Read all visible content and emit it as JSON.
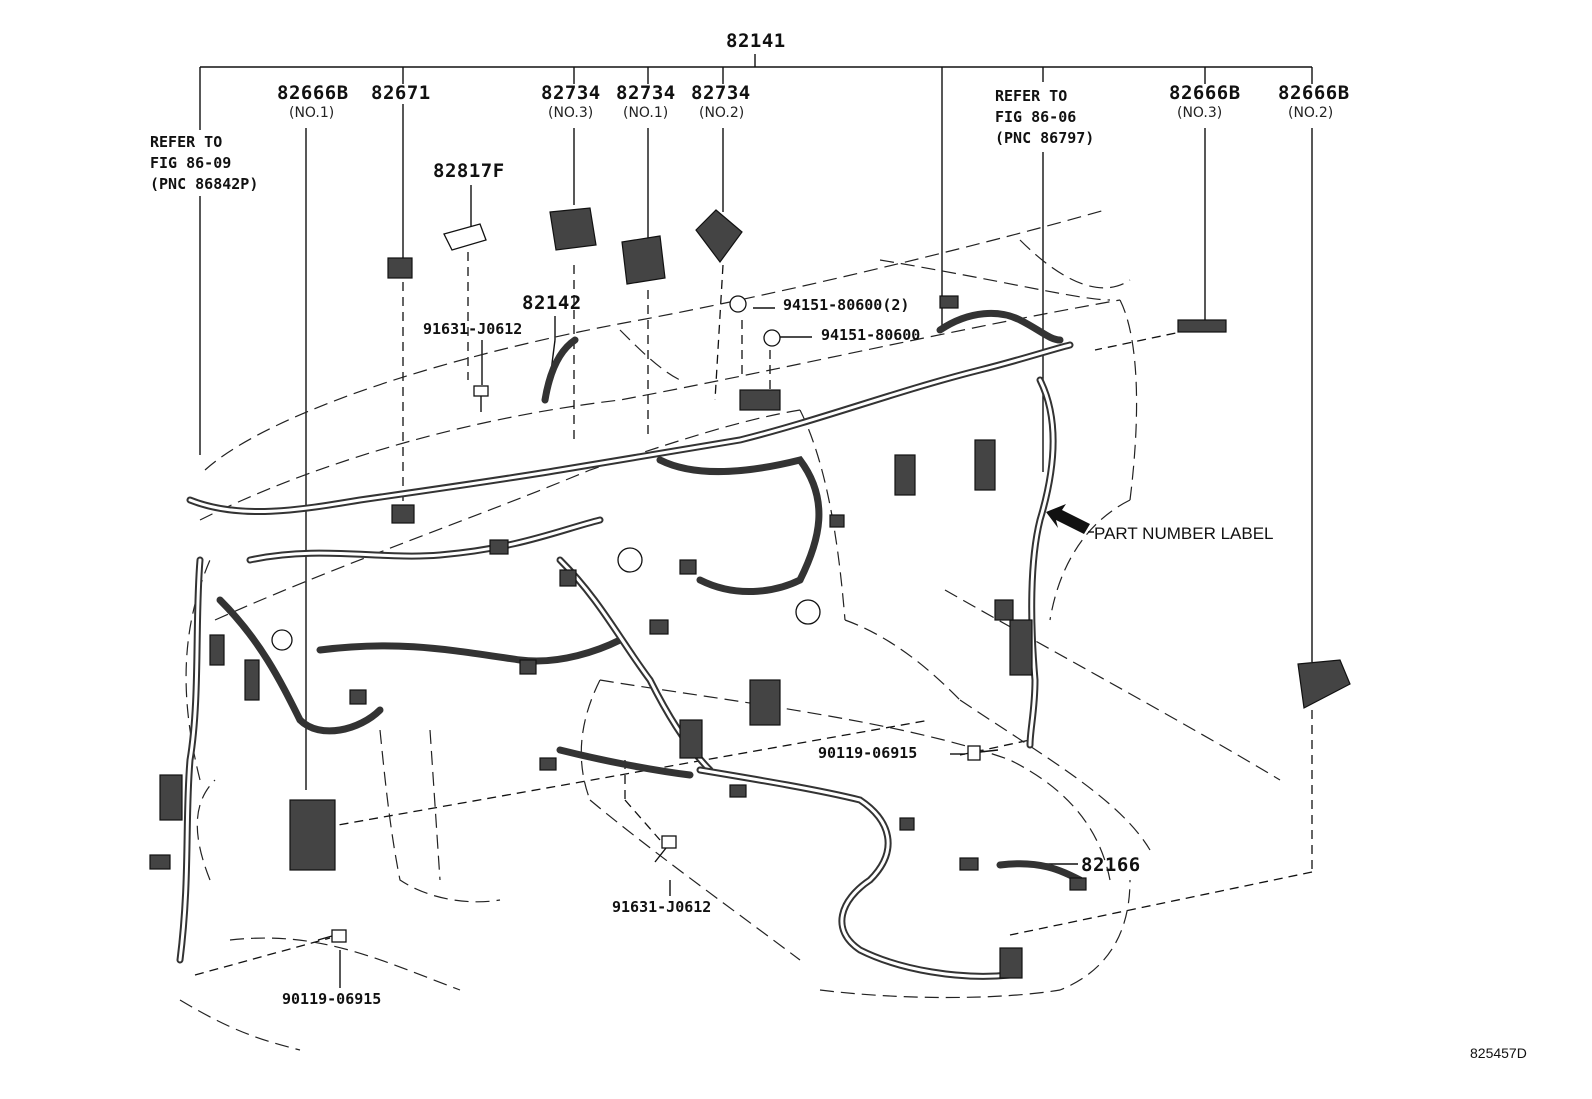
{
  "main_harness": {
    "part_no": "82141"
  },
  "callouts": {
    "c82666b_no1": {
      "part_no": "82666B",
      "sub": "(NO.1)"
    },
    "c82671": {
      "part_no": "82671"
    },
    "c82734_no3": {
      "part_no": "82734",
      "sub": "(NO.3)"
    },
    "c82734_no1": {
      "part_no": "82734",
      "sub": "(NO.1)"
    },
    "c82734_no2": {
      "part_no": "82734",
      "sub": "(NO.2)"
    },
    "c82666b_no3": {
      "part_no": "82666B",
      "sub": "(NO.3)"
    },
    "c82666b_no2": {
      "part_no": "82666B",
      "sub": "(NO.2)"
    },
    "c82817f": {
      "part_no": "82817F"
    },
    "c82142": {
      "part_no": "82142"
    },
    "c82166": {
      "part_no": "82166"
    }
  },
  "refs": {
    "left": "REFER TO\nFIG 86-09\n(PNC 86842P)",
    "right": "REFER TO\nFIG 86-06\n(PNC 86797)"
  },
  "fasteners": {
    "clip_94151_2": "94151-80600(2)",
    "clip_94151": "94151-80600",
    "bolt_91631_top": "91631-J0612",
    "bolt_91631_bottom": "91631-J0612",
    "bolt_90119_center": "90119-06915",
    "bolt_90119_left": "90119-06915"
  },
  "part_number_label": "PART NUMBER LABEL",
  "figure_id": "825457D"
}
